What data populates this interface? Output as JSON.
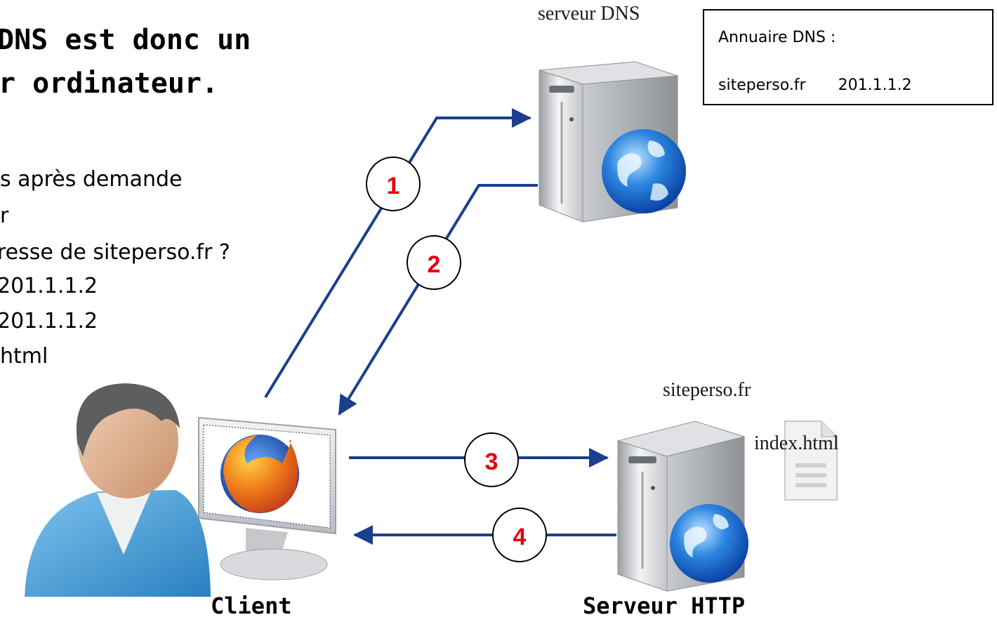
{
  "heading": {
    "line1": "DNS est donc un",
    "line2": "r ordinateur."
  },
  "steps": [
    "s après demande",
    "r",
    "resse de siteperso.fr ?",
    "201.1.1.2",
    "201.1.1.2",
    "html"
  ],
  "dns_directory": {
    "title": "Annuaire DNS :",
    "domain": "siteperso.fr",
    "ip": "201.1.1.2"
  },
  "labels": {
    "dns_server": "serveur DNS",
    "site_domain": "siteperso.fr",
    "file": "index.html",
    "client": "Client",
    "http_server": "Serveur HTTP"
  },
  "arrows": [
    {
      "number": "1"
    },
    {
      "number": "2"
    },
    {
      "number": "3"
    },
    {
      "number": "4"
    }
  ],
  "colors": {
    "arrow": "#1b3f8f",
    "badge_number": "#e3000f",
    "badge_border": "#000000"
  }
}
